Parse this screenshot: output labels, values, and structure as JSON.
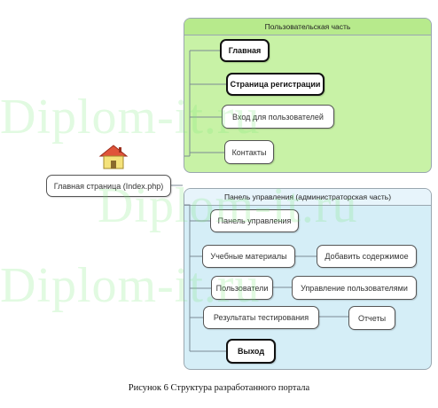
{
  "groups": {
    "user": {
      "title": "Пользовательская часть",
      "items": [
        "Главная",
        "Страница регистрации",
        "Вход для пользователей",
        "Контакты"
      ]
    },
    "admin": {
      "title": "Панель управления (администраторская часть)",
      "items": [
        "Панель управления",
        "Учебные материалы",
        "Пользователи",
        "Результаты тестирования",
        "Выход"
      ],
      "sub_items": [
        "Добавить содержимое",
        "Управление пользователями",
        "Отчеты"
      ]
    }
  },
  "root_node": {
    "label": "Главная страница (Index.php)",
    "icon": "house-icon"
  },
  "watermark": {
    "text": "Diplom-it.ru"
  },
  "caption": "Рисунок 6 Структура разработанного портала",
  "colors": {
    "user_bg": "#c8f2a6",
    "user_header": "#b7ea8c",
    "admin_bg": "#d5eef7",
    "admin_header": "#e7f4fb",
    "watermark": "#78e678"
  }
}
